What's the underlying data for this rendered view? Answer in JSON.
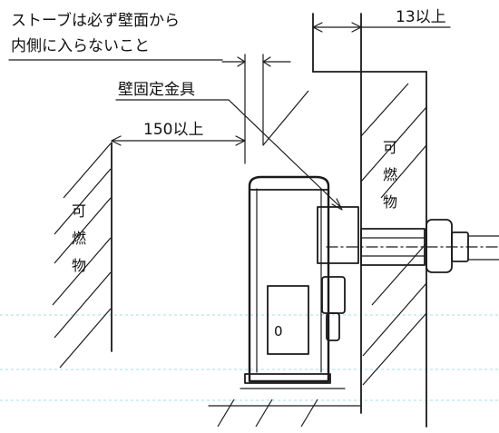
{
  "labels": {
    "note_line1": "ストーブは必ず壁面から",
    "note_line2": "内側に入らないこと",
    "bracket": "壁固定金具",
    "dim_150": "150以上",
    "dim_13": "13以上",
    "combustible_left": [
      "可",
      "燃",
      "物"
    ],
    "combustible_right": [
      "可",
      "燃",
      "物"
    ],
    "panel_digit": "0"
  }
}
